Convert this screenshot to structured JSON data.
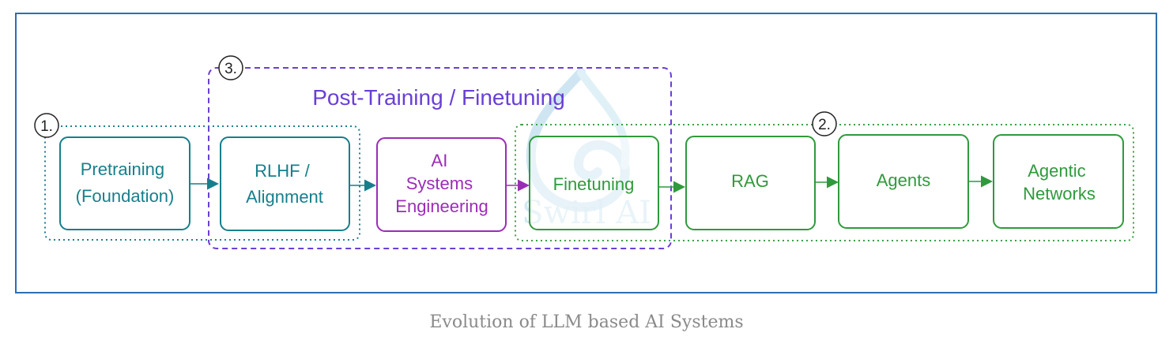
{
  "diagram": {
    "groups": {
      "one": {
        "label": "1."
      },
      "two": {
        "label": "2."
      },
      "three": {
        "label": "3.",
        "title": "Post-Training / Finetuning"
      }
    },
    "boxes": {
      "pretraining": {
        "lines": [
          "Pretraining",
          "(Foundation)"
        ]
      },
      "rlhf": {
        "lines": [
          "RLHF /",
          "Alignment"
        ]
      },
      "ai_systems": {
        "lines": [
          "AI",
          "Systems",
          "Engineering"
        ]
      },
      "finetuning": {
        "lines": [
          "Finetuning"
        ]
      },
      "rag": {
        "lines": [
          "RAG"
        ]
      },
      "agents": {
        "lines": [
          "Agents"
        ]
      },
      "agentic_networks": {
        "lines": [
          "Agentic",
          "Networks"
        ]
      }
    },
    "watermark": "Swirl AI",
    "colors": {
      "frame": "#2e6db4",
      "teal": "#167f8c",
      "purple": "#9b2db5",
      "violet": "#6a3fd6",
      "green": "#2f9a3c",
      "teal_dotted": "#1f7f90",
      "green_dotted": "#3aa046",
      "watermark": "#a9d3e8"
    }
  },
  "caption": "Evolution of LLM based AI Systems"
}
